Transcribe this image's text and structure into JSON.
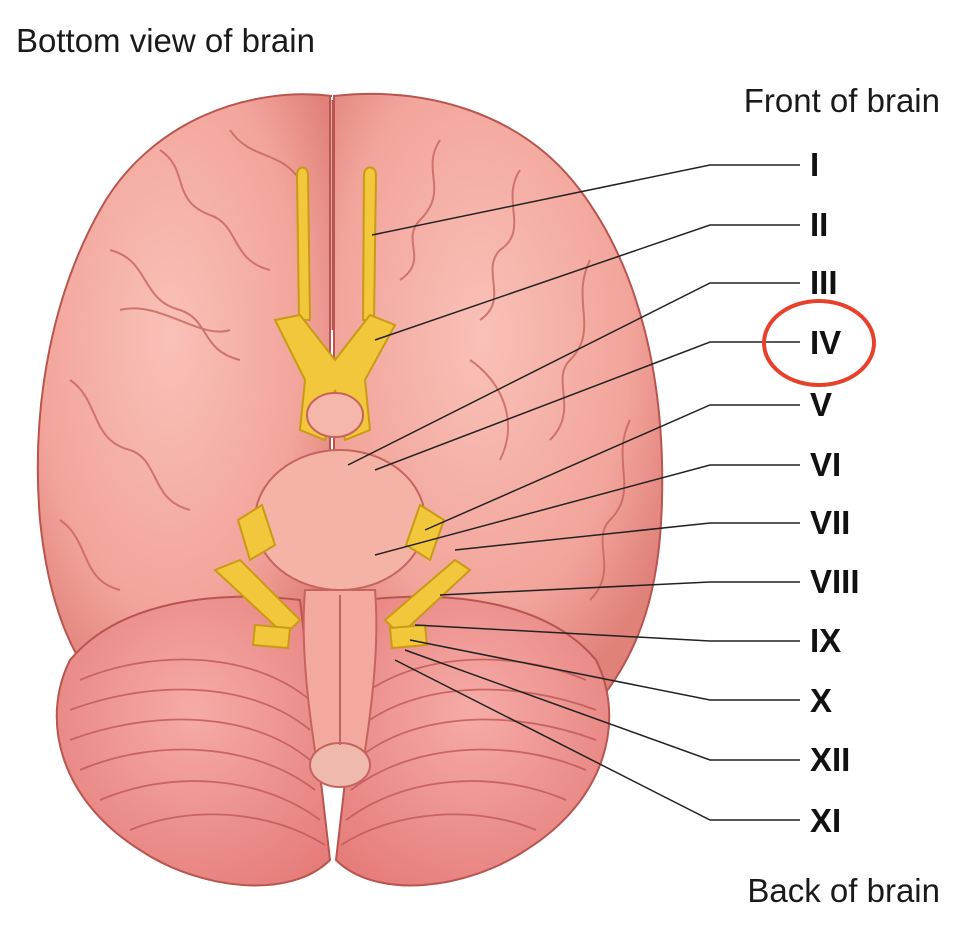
{
  "title": "Bottom view of brain",
  "orientation": {
    "front": "Front of brain",
    "back": "Back of brain"
  },
  "nerves": [
    {
      "label": "I"
    },
    {
      "label": "II"
    },
    {
      "label": "III"
    },
    {
      "label": "IV",
      "highlighted": true
    },
    {
      "label": "V"
    },
    {
      "label": "VI"
    },
    {
      "label": "VII"
    },
    {
      "label": "VIII"
    },
    {
      "label": "IX"
    },
    {
      "label": "X"
    },
    {
      "label": "XII"
    },
    {
      "label": "XI"
    }
  ],
  "colors": {
    "brain": "#f2a49a",
    "brain_dark": "#c9605a",
    "cerebellum": "#ef8f8c",
    "nerve": "#f2c73c",
    "nerve_dark": "#c99a14",
    "highlight": "#e8412b"
  }
}
